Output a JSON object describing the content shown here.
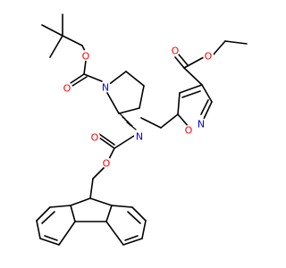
{
  "molecule": {
    "atoms": [
      {
        "label": "O",
        "color": "#ff0000"
      },
      {
        "label": "O",
        "color": "#ff0000"
      },
      {
        "label": "N",
        "color": "#0000ff"
      },
      {
        "label": "O",
        "color": "#ff0000"
      },
      {
        "label": "O",
        "color": "#ff0000"
      },
      {
        "label": "N",
        "color": "#0000ff"
      },
      {
        "label": "O",
        "color": "#ff0000"
      },
      {
        "label": "O",
        "color": "#ff0000"
      },
      {
        "label": "N",
        "color": "#0000ff"
      },
      {
        "label": "O",
        "color": "#ff0000"
      },
      {
        "label": "O",
        "color": "#ff0000"
      }
    ]
  }
}
